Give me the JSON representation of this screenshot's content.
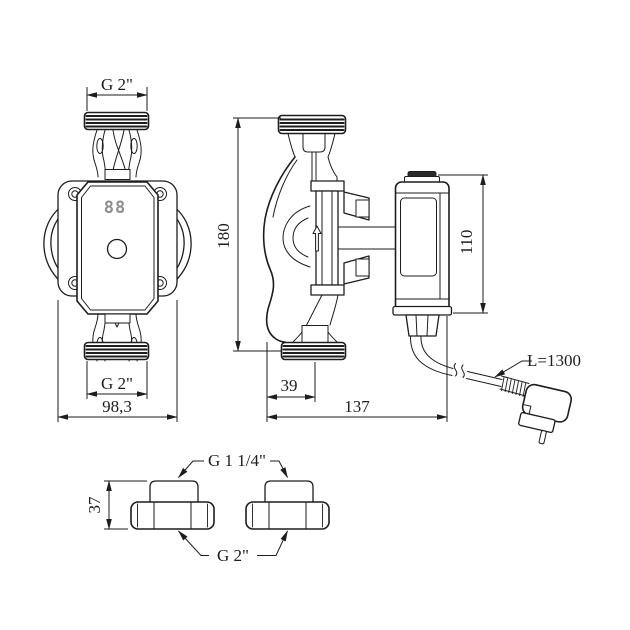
{
  "drawing": {
    "background_color": "#ffffff",
    "line_color": "#1d1d1d",
    "display_color": "#8f8f8f"
  },
  "front_view": {
    "port_top_label": "G 2\"",
    "port_bottom_label": "G 2\"",
    "width_label": "98,3",
    "display_value": "88"
  },
  "side_view": {
    "height_label": "180",
    "motor_height_label": "110",
    "port_offset_label": "39",
    "total_length_label": "137",
    "cable_length_label": "L=1300"
  },
  "fittings": {
    "thread_top_label": "G 1 1/4\"",
    "thread_bottom_label": "G 2\"",
    "height_label": "37"
  }
}
